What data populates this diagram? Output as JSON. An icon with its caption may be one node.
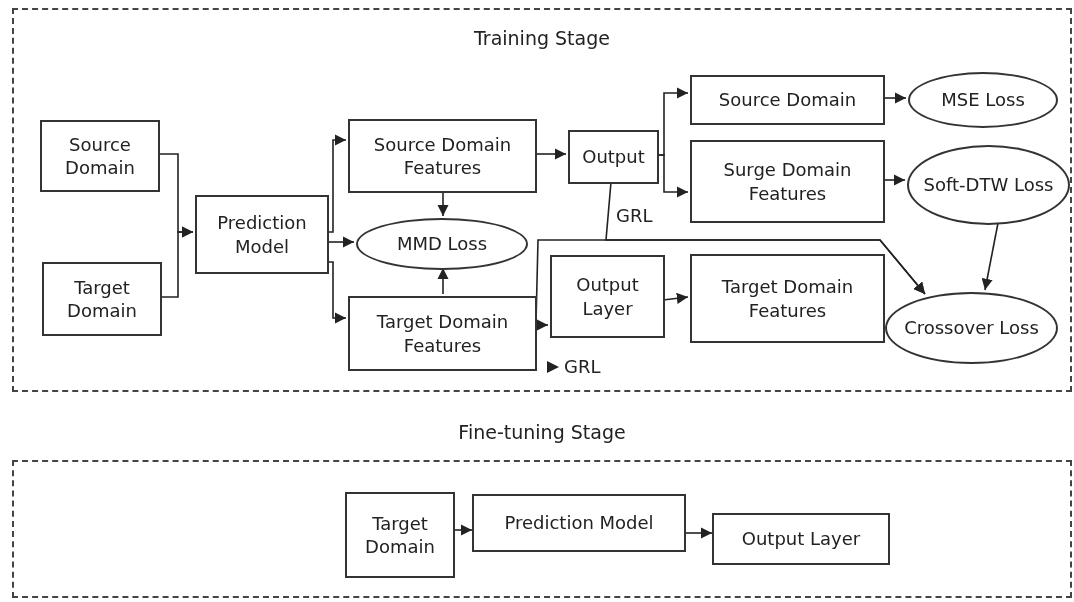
{
  "diagram": {
    "nodes": [
      {
        "text": [
          "Training Stage"
        ]
      },
      {
        "text": [
          "Source Domain"
        ],
        "in": 0
      },
      {
        "text": [
          "Target Domain"
        ],
        "in": 0
      },
      {
        "text": [
          "Prediction Model"
        ],
        "in": 0
      },
      {
        "text": [
          "Source Domain Features"
        ],
        "in": 0
      },
      {
        "text": [
          "MMD Loss"
        ],
        "in": 0
      },
      {
        "text": [
          "Target Domain Features"
        ],
        "in": 0
      },
      {
        "text": [
          "Output"
        ],
        "in": 0
      },
      {
        "text": [
          "Source Domain"
        ],
        "in": 0
      },
      {
        "text": [
          "MSE Loss"
        ],
        "in": 0
      },
      {
        "text": [
          "Surge Domain Features"
        ],
        "in": 0
      },
      {
        "text": [
          "Soft-DTW Loss"
        ],
        "in": 0
      },
      {
        "text": [
          "Output Layer"
        ],
        "in": 0
      },
      {
        "text": [
          "Target Domain Features"
        ],
        "in": 0
      },
      {
        "text": [
          "Crossover Loss"
        ],
        "in": 0
      },
      {
        "text": [
          "Fine-tuning Stage"
        ]
      },
      {
        "text": [
          "Target Domain"
        ],
        "in": 15
      },
      {
        "text": [
          "Prediction Model"
        ],
        "in": 15
      },
      {
        "text": [
          "Output Layer"
        ],
        "in": 15
      }
    ],
    "edges": [
      {
        "from": 1,
        "to": 3,
        "arrow": "to"
      },
      {
        "from": 2,
        "to": 3,
        "arrow": "to"
      },
      {
        "from": 3,
        "to": 4,
        "arrow": "to"
      },
      {
        "from": 3,
        "to": 5,
        "arrow": "to"
      },
      {
        "from": 3,
        "to": 6,
        "arrow": "to"
      },
      {
        "from": 4,
        "to": 5,
        "arrow": "to"
      },
      {
        "from": 6,
        "to": 5,
        "arrow": "to"
      },
      {
        "from": 4,
        "to": 7,
        "arrow": "to"
      },
      {
        "from": 7,
        "to": 8,
        "arrow": "to"
      },
      {
        "from": 7,
        "to": 10,
        "arrow": "to",
        "label": "GRL"
      },
      {
        "from": 6,
        "to": 12,
        "arrow": "to"
      },
      {
        "from": 12,
        "to": 13,
        "arrow": "to"
      },
      {
        "from": 6,
        "to": 14,
        "arrow": "to"
      },
      {
        "from": 7,
        "to": 14,
        "arrow": "to"
      },
      {
        "from": 8,
        "to": 9,
        "arrow": "to"
      },
      {
        "from": 10,
        "to": 11,
        "arrow": "to"
      },
      {
        "from": 11,
        "to": 14,
        "arrow": "to"
      },
      {
        "from": 16,
        "to": 17,
        "arrow": "to"
      },
      {
        "from": 17,
        "to": 18,
        "arrow": "to"
      }
    ],
    "labels": [
      "GRL"
    ]
  }
}
